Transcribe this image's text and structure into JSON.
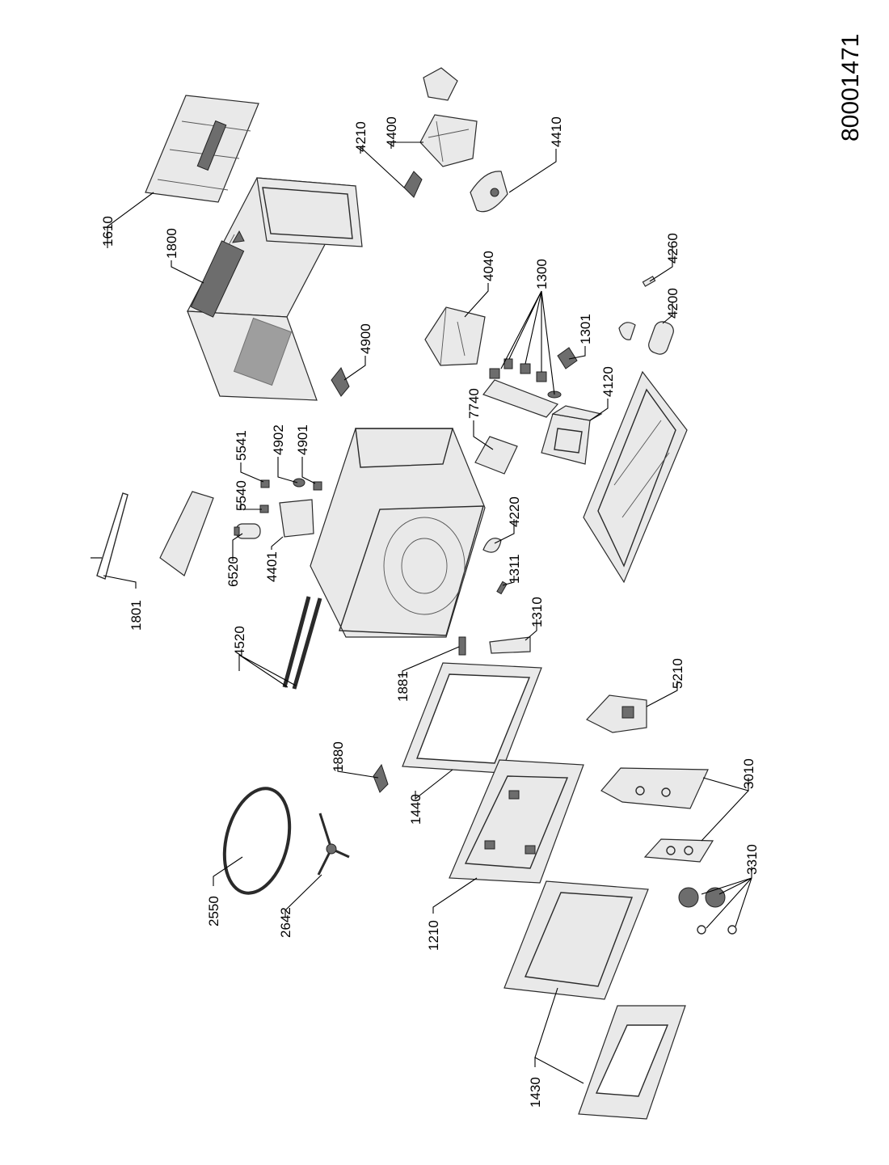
{
  "document_number": "80001471",
  "callouts": {
    "p1610": "1610",
    "p1800": "1800",
    "p4210": "4210",
    "p4400": "4400",
    "p4410": "4410",
    "p4900": "4900",
    "p4040": "4040",
    "p1300": "1300",
    "p1301": "1301",
    "p4260": "4260",
    "p4200": "4200",
    "p4120": "4120",
    "p7740": "7740",
    "p5541": "5541",
    "p4902": "4902",
    "p4901": "4901",
    "p5540": "5540",
    "p6520": "6520",
    "p4401": "4401",
    "p1801": "1801",
    "p4220": "4220",
    "p1311": "1311",
    "p1310": "1310",
    "p4520": "4520",
    "p1881": "1881",
    "p5210": "5210",
    "p1880": "1880",
    "p1440": "1440",
    "p3010": "3010",
    "p2550": "2550",
    "p2642": "2642",
    "p3310": "3310",
    "p1210": "1210",
    "p1430": "1430"
  }
}
